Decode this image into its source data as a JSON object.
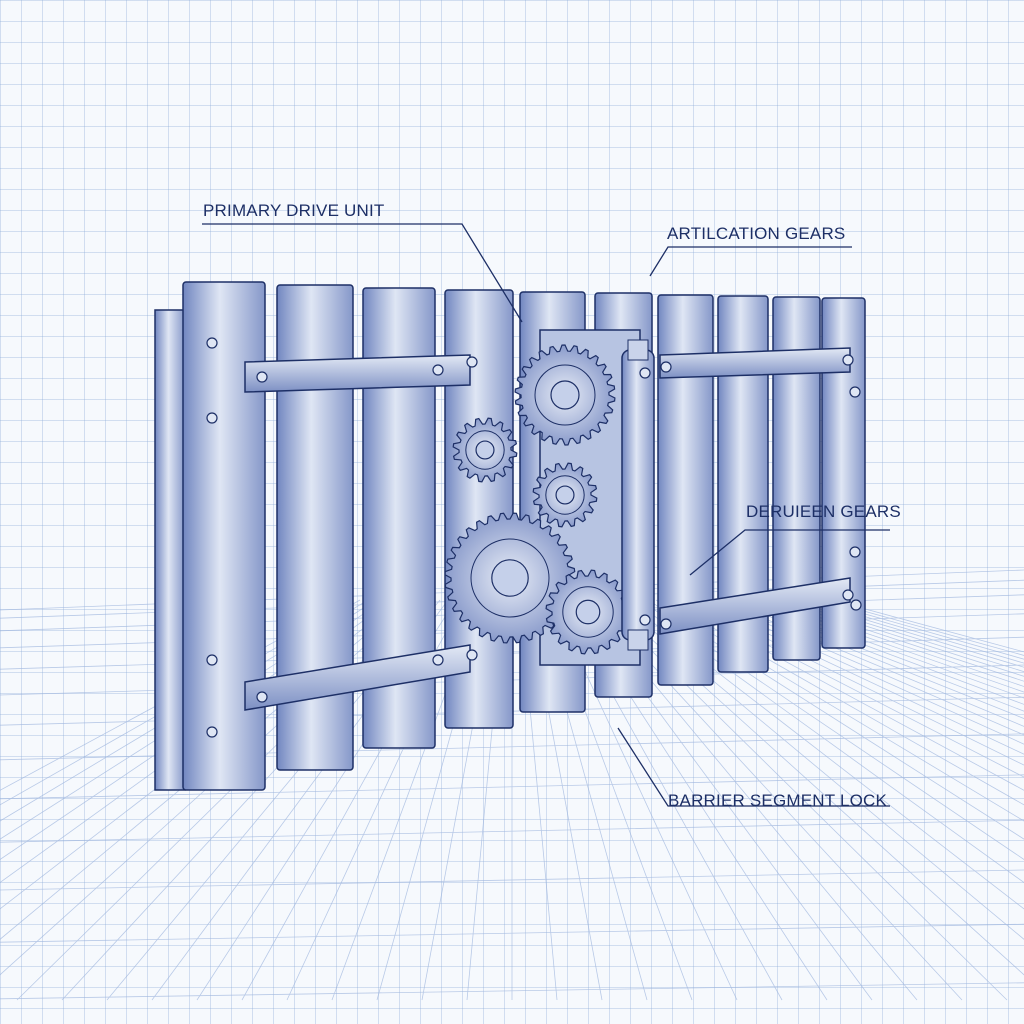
{
  "labels": {
    "primary_drive": "PRIMARY DRIVE UNIT",
    "articulation": "ARTILCATION GEARS",
    "deruieen": "DERUIEEN GEARS",
    "segment_lock": "BARRIER SEGMENT LOCK"
  },
  "colors": {
    "ink": "#1d2f66",
    "metal_light": "#d8e0f0",
    "metal_dark": "#6a7fb8",
    "grid": "#8caad7"
  }
}
